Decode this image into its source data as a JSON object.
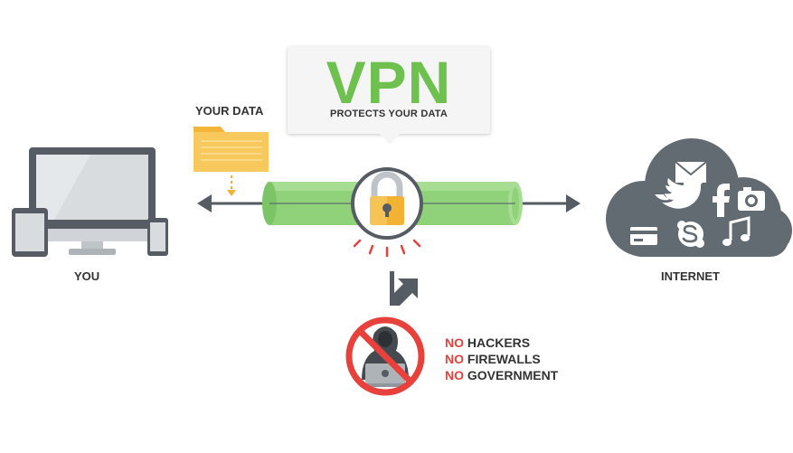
{
  "labels": {
    "your_data": "YOUR DATA",
    "you": "YOU",
    "internet": "INTERNET"
  },
  "callout": {
    "title": "VPN",
    "subtitle": "PROTECTS YOUR DATA"
  },
  "blocked": {
    "items": [
      {
        "prefix": "NO",
        "text": " HACKERS"
      },
      {
        "prefix": "NO",
        "text": " FIREWALLS"
      },
      {
        "prefix": "NO",
        "text": " GOVERNMENT"
      }
    ]
  },
  "icons": {
    "cloud_services": [
      "mail-icon",
      "twitter-icon",
      "facebook-icon",
      "camera-icon",
      "credit-card-icon",
      "skype-icon",
      "music-note-icon"
    ]
  },
  "colors": {
    "accent_green": "#6ec14f",
    "tunnel_green": "#8fd27a",
    "alert_red": "#e8413b",
    "lock_gold": "#f2b233",
    "dark_gray": "#555c63",
    "cloud_gray": "#626a72"
  }
}
